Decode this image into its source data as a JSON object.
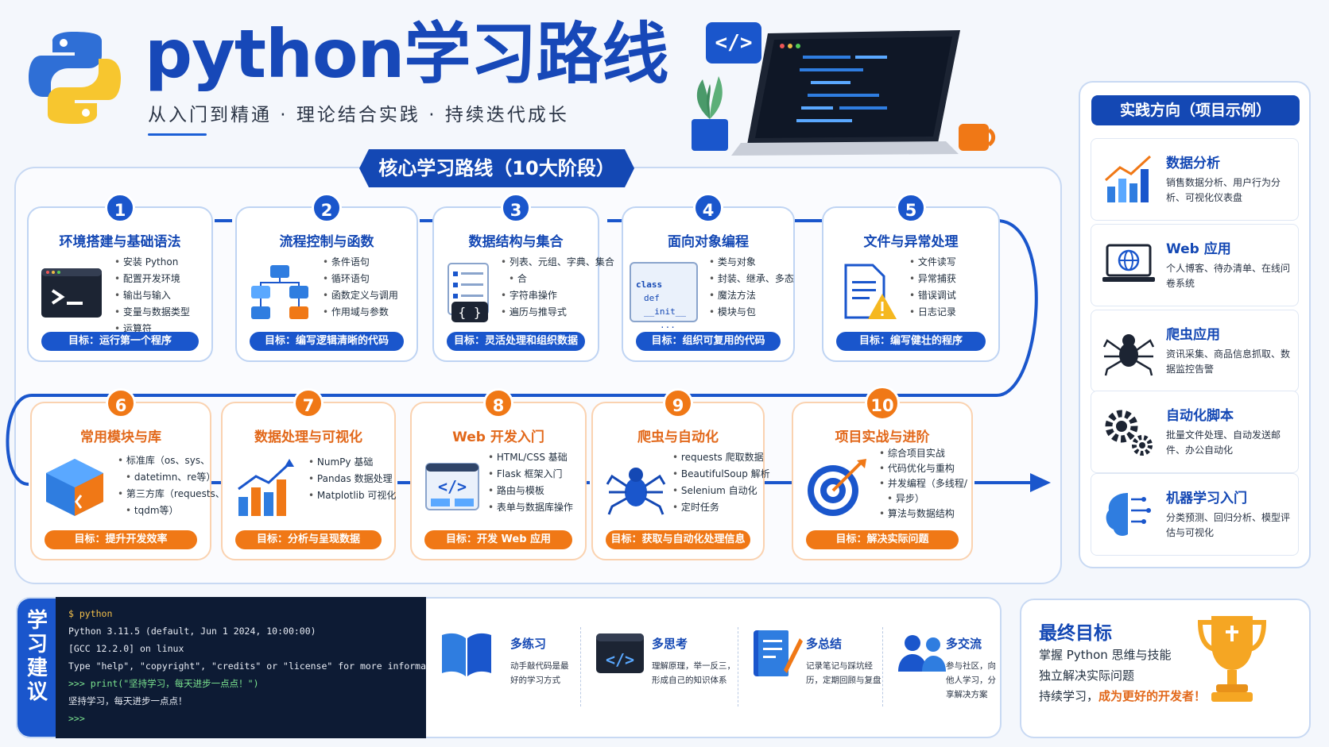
{
  "header": {
    "title": "python学习路线",
    "subtitle": "从入门到精通 · 理论结合实践 · 持续迭代成长"
  },
  "core": {
    "header": "核心学习路线（10大阶段）"
  },
  "stages": [
    {
      "num": "1",
      "title": "环境搭建与基础语法",
      "items": [
        "安装 Python",
        "配置开发环境",
        "输出与输入",
        "变量与数据类型",
        "运算符"
      ],
      "goal": "目标：运行第一个程序",
      "icon": "terminal-icon"
    },
    {
      "num": "2",
      "title": "流程控制与函数",
      "items": [
        "条件语句",
        "循环语句",
        "函数定义与调用",
        "作用域与参数"
      ],
      "goal": "目标：编写逻辑清晰的代码",
      "icon": "flowchart-icon"
    },
    {
      "num": "3",
      "title": "数据结构与集合",
      "items": [
        "列表、元组、字典、集合",
        "合",
        "字符串操作",
        "遍历与推导式"
      ],
      "goal": "目标：灵活处理和组织数据",
      "icon": "list-braces-icon"
    },
    {
      "num": "4",
      "title": "面向对象编程",
      "items": [
        "类与对象",
        "封装、继承、多态",
        "魔法方法",
        "模块与包"
      ],
      "goal": "目标：组织可复用的代码",
      "icon": "class-code-icon",
      "code": [
        "class",
        "def __init__",
        "..."
      ]
    },
    {
      "num": "5",
      "title": "文件与异常处理",
      "items": [
        "文件读写",
        "异常捕获",
        "错误调试",
        "日志记录"
      ],
      "goal": "目标：编写健壮的程序",
      "icon": "file-warning-icon"
    },
    {
      "num": "6",
      "title": "常用模块与库",
      "items": [
        "标准库（os、sys、",
        "datetimn、re等）",
        "第三方库（requests、",
        "tqdm等）"
      ],
      "goal": "目标：提升开发效率",
      "icon": "package-icon"
    },
    {
      "num": "7",
      "title": "数据处理与可视化",
      "items": [
        "NumPy 基础",
        "Pandas 数据处理",
        "Matplotlib 可视化"
      ],
      "goal": "目标：分析与呈现数据",
      "icon": "bar-chart-icon"
    },
    {
      "num": "8",
      "title": "Web 开发入门",
      "items": [
        "HTML/CSS 基础",
        "Flask 框架入门",
        "路由与模板",
        "表单与数据库操作"
      ],
      "goal": "目标：开发 Web 应用",
      "icon": "web-code-icon"
    },
    {
      "num": "9",
      "title": "爬虫与自动化",
      "items": [
        "requests 爬取数据",
        "BeautifulSoup 解析",
        "Selenium 自动化",
        "定时任务"
      ],
      "goal": "目标：获取与自动化处理信息",
      "icon": "spider-icon"
    },
    {
      "num": "10",
      "title": "项目实战与进阶",
      "items": [
        "综合项目实战",
        "代码优化与重构",
        "并发编程（多线程/",
        "异步）",
        "算法与数据结构"
      ],
      "goal": "目标：解决实际问题",
      "icon": "target-icon"
    }
  ],
  "practice": {
    "header": "实践方向（项目示例）",
    "items": [
      {
        "title": "数据分析",
        "desc": "销售数据分析、用户行为分析、可视化仪表盘",
        "icon": "growth-chart-icon"
      },
      {
        "title": "Web 应用",
        "desc": "个人博客、待办清单、在线问卷系统",
        "icon": "globe-laptop-icon"
      },
      {
        "title": "爬虫应用",
        "desc": "资讯采集、商品信息抓取、数据监控告警",
        "icon": "spider-icon"
      },
      {
        "title": "自动化脚本",
        "desc": "批量文件处理、自动发送邮件、办公自动化",
        "icon": "gears-icon"
      },
      {
        "title": "机器学习入门",
        "desc": "分类预测、回归分析、模型评估与可视化",
        "icon": "brain-circuit-icon"
      }
    ]
  },
  "study": {
    "tab": "学习建议",
    "terminal": [
      "$ python",
      "Python 3.11.5 (default, Jun  1 2024, 10:00:00)",
      "[GCC 12.2.0] on linux",
      "Type \"help\", \"copyright\", \"credits\" or \"license\" for more information.",
      ">>> print(\"坚持学习，每天进步一点点！\")",
      "坚持学习，每天进步一点点！",
      ">>>"
    ],
    "tips": [
      {
        "title": "多练习",
        "desc": "动手敲代码是最好的学习方式",
        "icon": "book-icon"
      },
      {
        "title": "多思考",
        "desc": "理解原理，举一反三，形成自己的知识体系",
        "icon": "code-window-icon"
      },
      {
        "title": "多总结",
        "desc": "记录笔记与踩坑经历，定期回顾与复盘",
        "icon": "notebook-icon"
      },
      {
        "title": "多交流",
        "desc": "参与社区，向他人学习，分享解决方案",
        "icon": "people-icon"
      }
    ]
  },
  "final": {
    "title": "最终目标",
    "line1": "掌握 Python 思维与技能",
    "line2": "独立解决实际问题",
    "line3a": "持续学习，",
    "line3b": "成为更好的开发者！"
  },
  "colors": {
    "primary": "#1448b4",
    "accent": "#f07816",
    "terminal_bg": "#0d1b34"
  }
}
